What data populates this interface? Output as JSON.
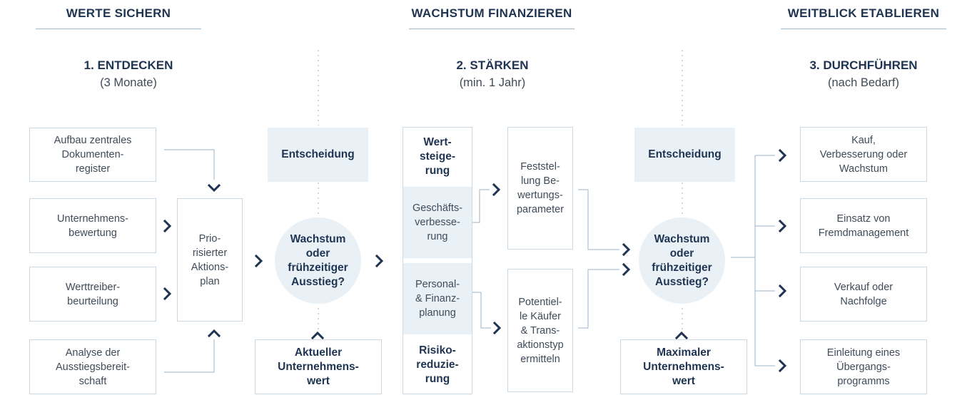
{
  "headers": {
    "left": "WERTE SICHERN",
    "center": "WACHSTUM FINANZIEREN",
    "right": "WEITBLICK ETABLIEREN"
  },
  "phases": [
    {
      "title": "1. ENTDECKEN",
      "subtitle": "(3 Monate)"
    },
    {
      "title": "2. STÄRKEN",
      "subtitle": "(min. 1 Jahr)"
    },
    {
      "title": "3. DURCHFÜHREN",
      "subtitle": "(nach Bedarf)"
    }
  ],
  "left_boxes": [
    "Aufbau zentrales\nDokumenten-\nregister",
    "Unternehmens-\nbewertung",
    "Werttreiber-\nbeurteilung",
    "Analyse der\nAusstiegsbereit-\nschaft"
  ],
  "action_plan": "Prio-\nrisierter\nAktions-\nplan",
  "decision_1": {
    "label": "Entscheidung",
    "question": "Wachstum\noder\nfrühzeitiger\nAusstieg?",
    "bottom": "Aktueller\nUnternehmens-\nwert"
  },
  "middle": {
    "top": "Wert-\nsteige-\nrung",
    "geschaeft": "Geschäfts-\nverbesse-\nrung",
    "personal": "Personal-\n& Finanz-\nplanung",
    "bottom": "Risiko-\nreduzie-\nrung",
    "feststellung": "Feststel-\nlung Be-\nwertungs-\nparameter",
    "kaeufer": "Potentiel-\nle Käufer\n& Trans-\naktionstyp\nermitteln"
  },
  "decision_2": {
    "label": "Entscheidung",
    "question": "Wachstum\noder\nfrühzeitiger\nAusstieg?",
    "bottom": "Maximaler\nUnternehmens-\nwert"
  },
  "right_boxes": [
    "Kauf,\nVerbesserung oder\nWachstum",
    "Einsatz von\nFremdmanagement",
    "Verkauf oder\nNachfolge",
    "Einleitung eines\nÜbergangs-\nprogramms"
  ],
  "colors": {
    "navy": "#1f3452",
    "border": "#c9d8e4",
    "shade": "#e9f1f7",
    "line": "#9bb6cb"
  }
}
